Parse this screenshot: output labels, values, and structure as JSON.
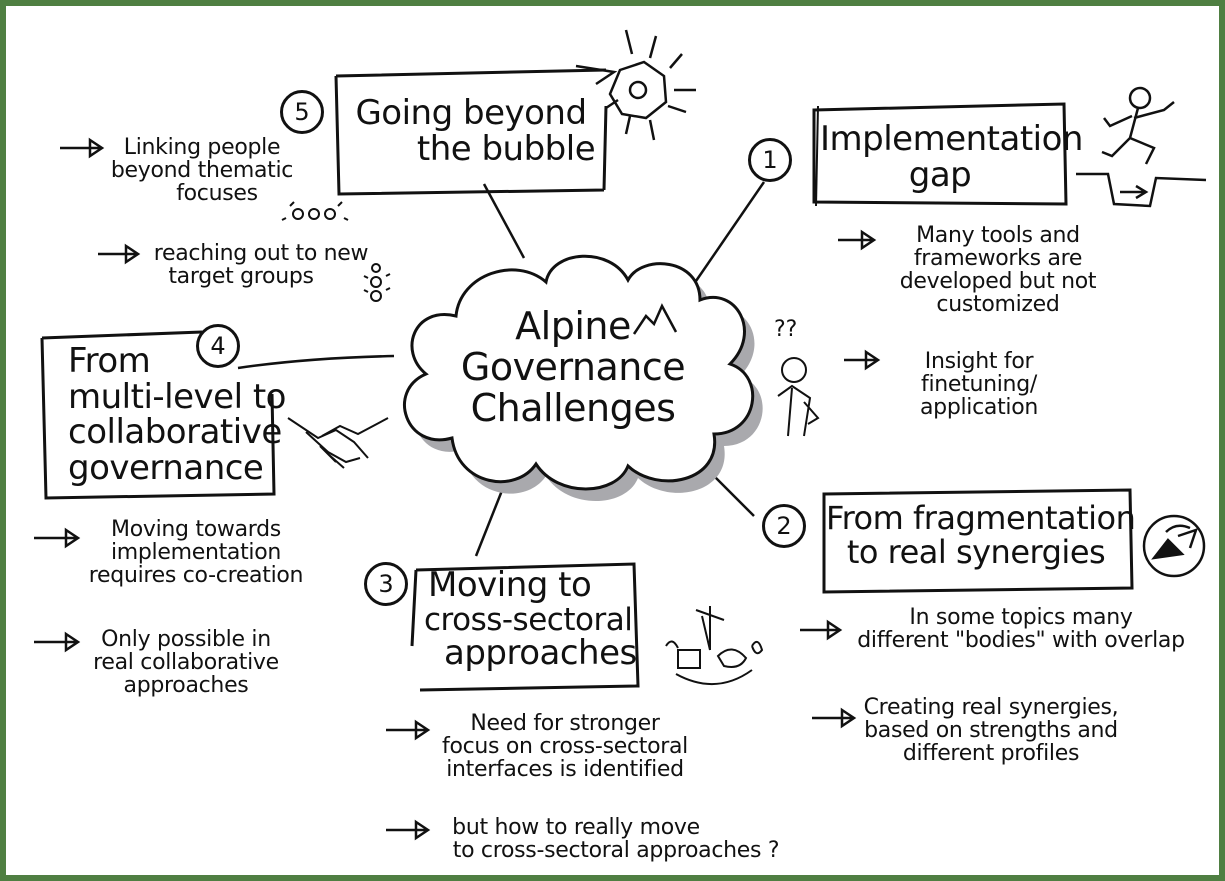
{
  "center": {
    "lines": [
      "Alpine",
      "Governance",
      "Challenges"
    ]
  },
  "sections": [
    {
      "number": "1",
      "title_lines": [
        "Implementation",
        "gap"
      ],
      "bullets": [
        [
          "Many tools and",
          "frameworks are",
          "developed but not",
          "customized"
        ],
        [
          "Insight for",
          "finetuning/",
          "application"
        ]
      ]
    },
    {
      "number": "2",
      "title_lines": [
        "From fragmentation",
        "to real synergies"
      ],
      "bullets": [
        [
          "In some topics many",
          "different \"bodies\" with overlap"
        ],
        [
          "Creating real synergies,",
          "based on strengths and",
          "different profiles"
        ]
      ]
    },
    {
      "number": "3",
      "title_lines": [
        "Moving to",
        "cross-sectoral",
        "approaches"
      ],
      "bullets": [
        [
          "Need for stronger",
          "focus on cross-sectoral",
          "interfaces is identified"
        ],
        [
          "but how to really move",
          "to cross-sectoral approaches ?"
        ]
      ]
    },
    {
      "number": "4",
      "title_lines": [
        "From",
        "multi-level to",
        "collaborative",
        "governance"
      ],
      "bullets": [
        [
          "Moving towards",
          "implementation",
          "requires co-creation"
        ],
        [
          "Only possible in",
          "real collaborative",
          "approaches"
        ]
      ]
    },
    {
      "number": "5",
      "title_lines": [
        "Going beyond",
        "the bubble"
      ],
      "bullets": [
        [
          "Linking people",
          "beyond thematic",
          "focuses"
        ],
        [
          "reaching out to new",
          "target groups"
        ]
      ]
    }
  ],
  "doodles": {
    "question_marks": "??",
    "frame_color": "#4f7f42",
    "cloud_shadow_color": "#a9a9ad",
    "ink_color": "#111111"
  }
}
